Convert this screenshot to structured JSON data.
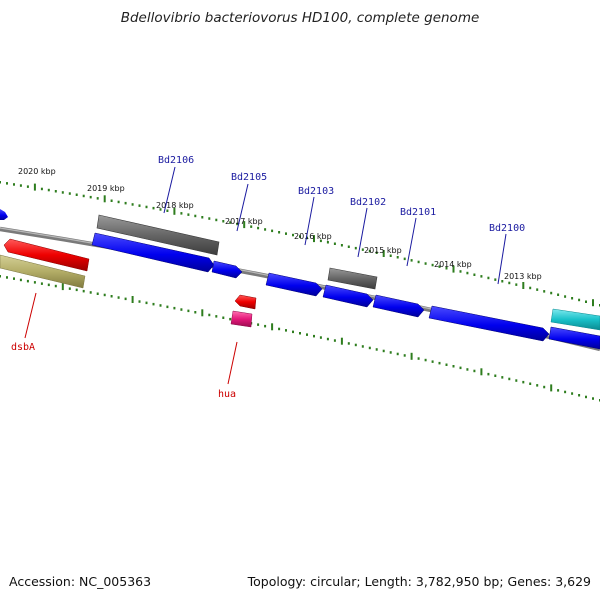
{
  "title": "Bdellovibrio bacteriovorus HD100, complete genome",
  "footer": {
    "accession": "Accession: NC_005363",
    "summary": "Topology: circular; Length: 3,782,950 bp; Genes: 3,629"
  },
  "colors": {
    "backbone": "#7a7a7a",
    "tick": "#2e7d1e",
    "forward_gene": "#0000ee",
    "pseudo_gene": "#666666",
    "label_forward": "#1a1aa0",
    "label_reverse": "#cc0000",
    "dsbA": "#ee0000",
    "dsbA_extra": "#b3ad67",
    "hua_top": "#ee0000",
    "hua_bottom": "#e4187a",
    "edge_feature": "#19c1c9"
  },
  "kbp_marks": [
    {
      "label": "2020 kbp",
      "kb": 2020
    },
    {
      "label": "2019 kbp",
      "kb": 2019
    },
    {
      "label": "2018 kbp",
      "kb": 2018
    },
    {
      "label": "2017 kbp",
      "kb": 2017
    },
    {
      "label": "2016 kbp",
      "kb": 2016
    },
    {
      "label": "2015 kbp",
      "kb": 2015
    },
    {
      "label": "2014 kbp",
      "kb": 2014
    },
    {
      "label": "2013 kbp",
      "kb": 2013
    }
  ],
  "gene_labels": {
    "forward": [
      "Bd2106",
      "Bd2105",
      "Bd2103",
      "Bd2102",
      "Bd2101",
      "Bd2100"
    ],
    "reverse": [
      "dsbA",
      "hua"
    ]
  }
}
